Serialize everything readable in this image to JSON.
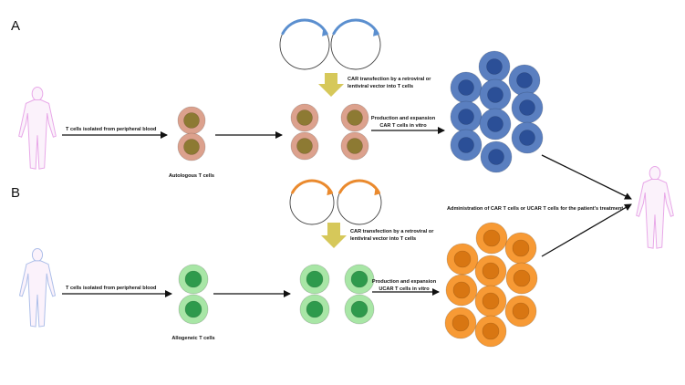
{
  "panels": {
    "a": {
      "letter": "A",
      "isolation_label": "T cells isolated from peripheral blood",
      "cells_label": "Autologous T cells",
      "transfection_line1": "CAR transfection by a retroviral or",
      "transfection_line2": "lentiviral vector into T cells",
      "production_line1": "Production and expansion",
      "production_line2": "CAR T cells in vitro"
    },
    "b": {
      "letter": "B",
      "isolation_label": "T cells isolated from peripheral blood",
      "cells_label": "Allogeneic T cells",
      "transfection_line1": "CAR transfection by a retroviral or",
      "transfection_line2": "lentiviral vector into T cells",
      "production_line1": "Production and expansion",
      "production_line2": "UCAR T cells in vitro"
    }
  },
  "administration_label": "Administration of CAR T cells or UCAR T cells for the patient's treatment",
  "colors": {
    "autologous_outer": "#dca18d",
    "autologous_nucleus": "#8d7a33",
    "allogeneic_outer": "#a8e6a6",
    "allogeneic_nucleus": "#2e9a4c",
    "car_outer": "#5a7fc0",
    "car_nucleus": "#2b4f97",
    "ucar_outer": "#f79a35",
    "ucar_nucleus": "#d87612",
    "vector_blue": "#5b8fcf",
    "vector_orange": "#ea8a2e",
    "down_arrow": "#d6c85a",
    "human_a": "#e8a8e8",
    "human_b": "#aebfe9",
    "human_patient": "#e8a8e8"
  }
}
